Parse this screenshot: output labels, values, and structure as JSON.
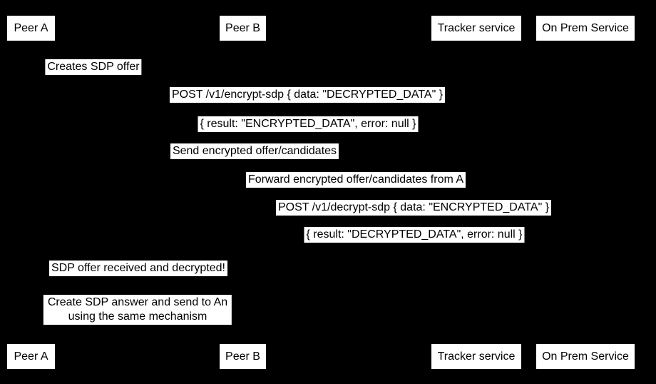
{
  "diagram": {
    "type": "sequence-diagram",
    "colors": {
      "background": "#000000",
      "label_background": "#ffffff",
      "text": "#000000"
    },
    "participants": [
      {
        "name": "Peer A"
      },
      {
        "name": "Peer B"
      },
      {
        "name": "Tracker service"
      },
      {
        "name": "On Prem Service"
      }
    ],
    "messages": [
      {
        "text": "Creates SDP offer"
      },
      {
        "text": "POST /v1/encrypt-sdp { data: \"DECRYPTED_DATA\" }"
      },
      {
        "text": "{ result: \"ENCRYPTED_DATA\", error: null }"
      },
      {
        "text": "Send encrypted offer/candidates"
      },
      {
        "text": "Forward encrypted offer/candidates from A"
      },
      {
        "text": "POST /v1/decrypt-sdp { data: \"ENCRYPTED_DATA\" }"
      },
      {
        "text": "{ result: \"DECRYPTED_DATA\", error: null }"
      },
      {
        "text": "SDP offer received and decrypted!"
      },
      {
        "lines": [
          "Create SDP answer and send to An",
          "using the same mechanism"
        ]
      }
    ]
  }
}
